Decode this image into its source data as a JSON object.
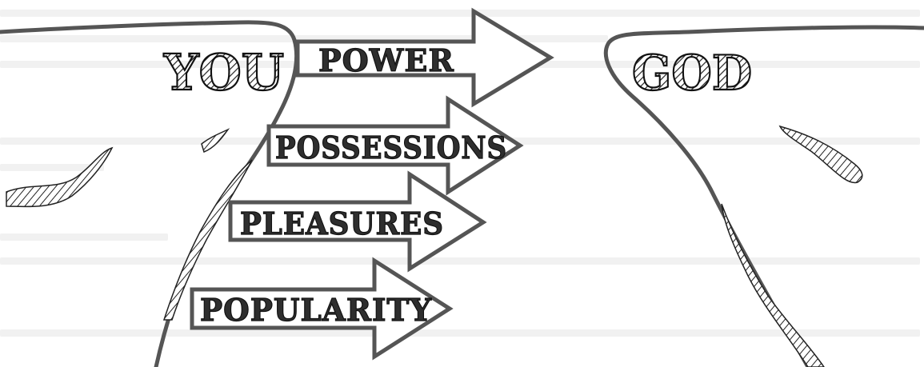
{
  "left_label": "YOU",
  "right_label": "GOD",
  "arrows": [
    {
      "label": "POWER"
    },
    {
      "label": "POSSESSIONS"
    },
    {
      "label": "PLEASURES"
    },
    {
      "label": "POPULARITY"
    }
  ],
  "colors": {
    "outline": "#555555",
    "ink": "#111111",
    "hatch": "#222222",
    "background": "#ffffff"
  }
}
